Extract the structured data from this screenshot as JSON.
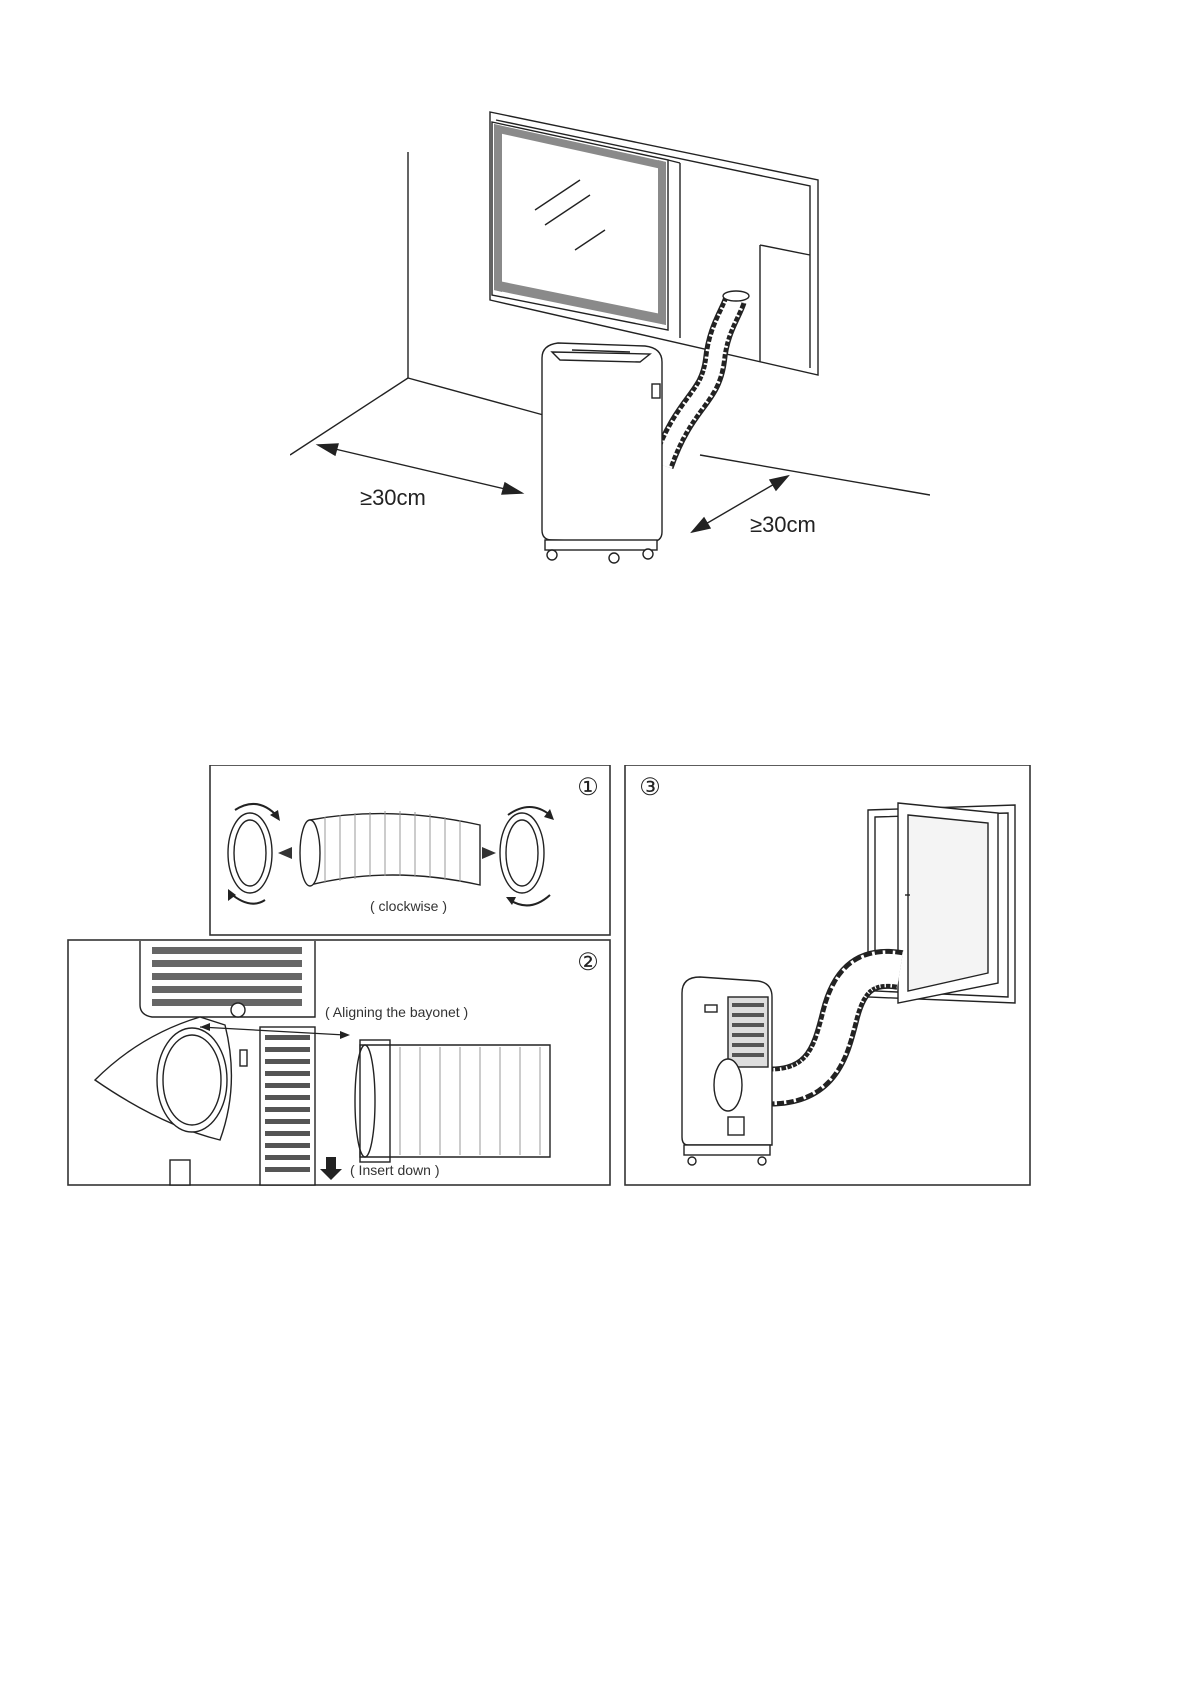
{
  "top_figure": {
    "clearance_left": "≥30cm",
    "clearance_right": "≥30cm"
  },
  "steps": [
    {
      "number": "①",
      "caption": "( clockwise )"
    },
    {
      "number": "②",
      "caption_top": "( Aligning the bayonet )",
      "caption_bottom": "( Insert down )"
    },
    {
      "number": "③"
    }
  ],
  "colors": {
    "line": "#222222",
    "fill_grey": "#8a8a8a",
    "panel_border": "#333333"
  }
}
